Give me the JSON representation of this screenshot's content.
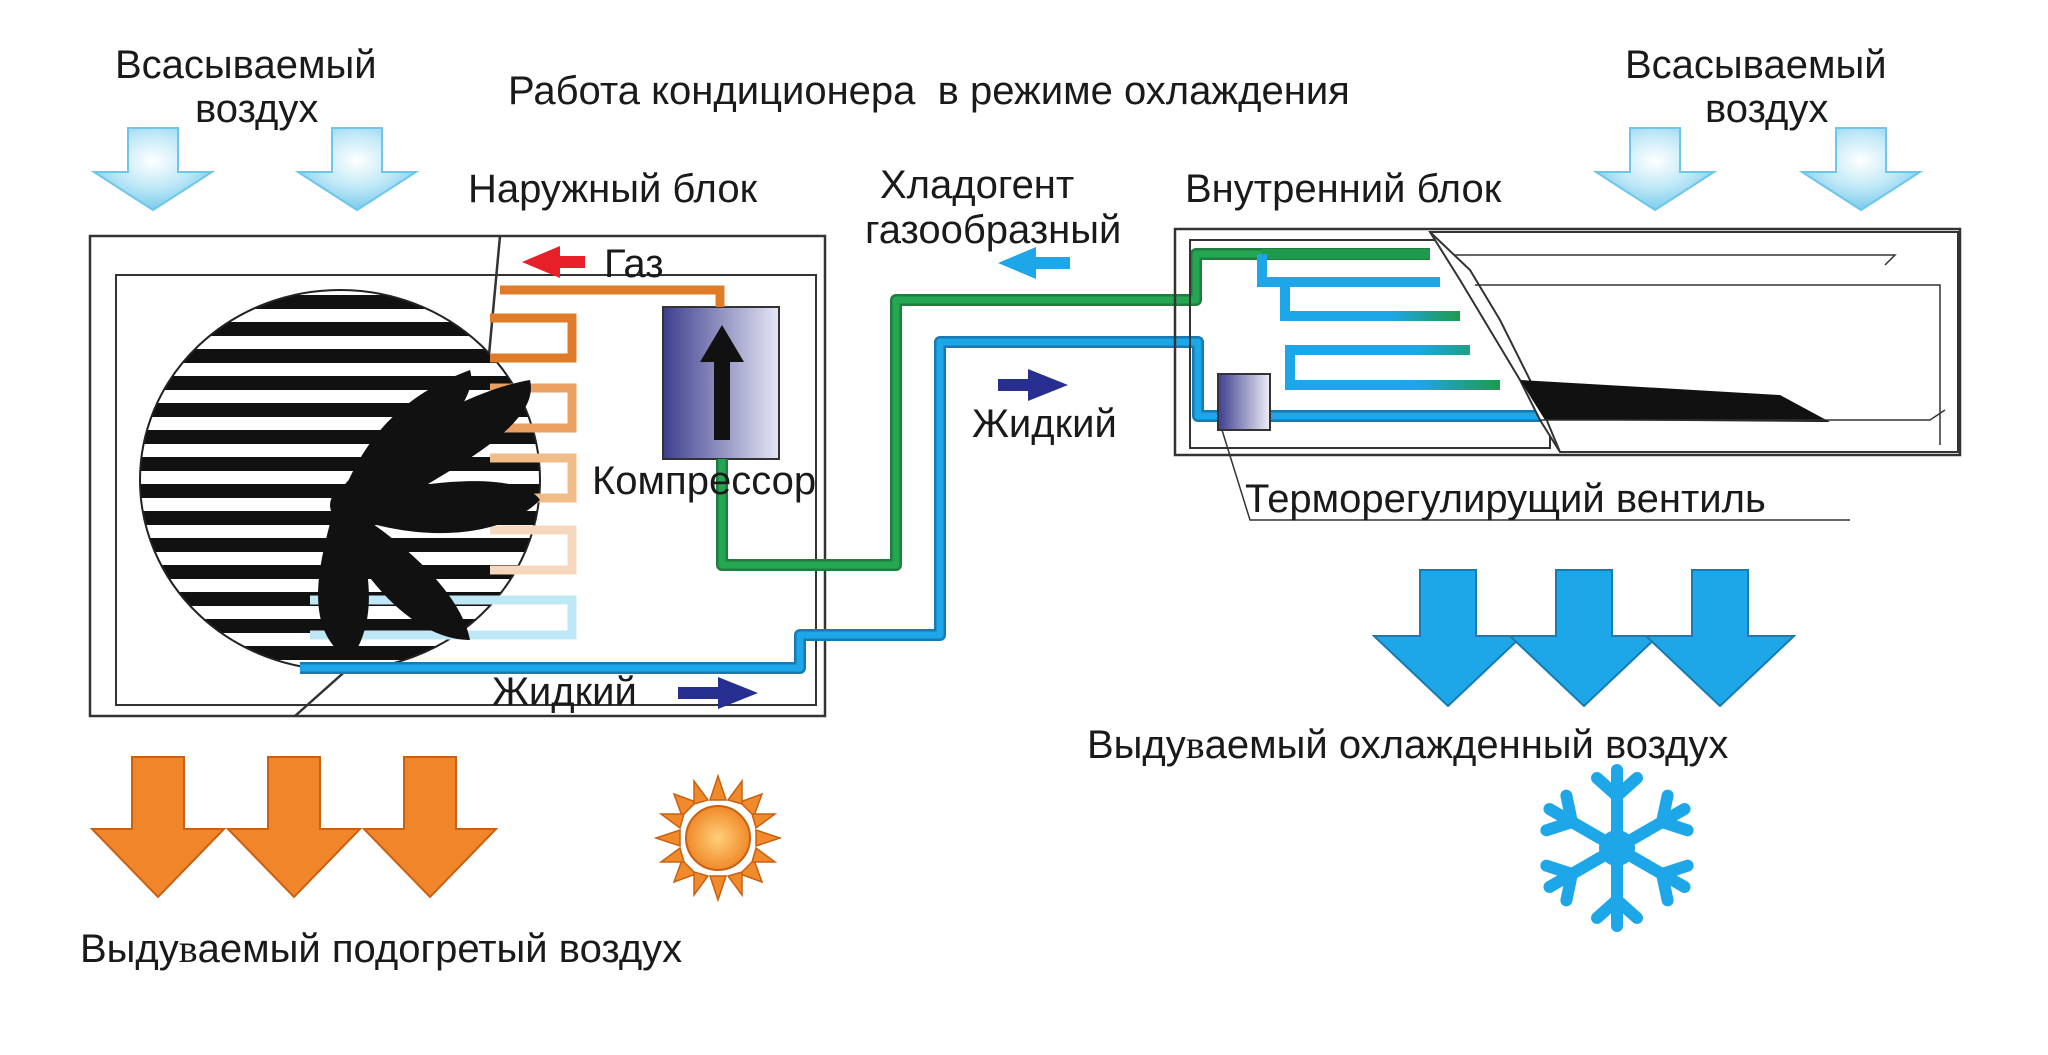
{
  "title": "Работа кондиционера  в режиме охлаждения",
  "labels": {
    "intake_left": [
      "Всасываемый",
      "воздух"
    ],
    "intake_right": [
      "Всасываемый",
      "воздух"
    ],
    "outdoor_unit": "Наружный блок",
    "indoor_unit": "Внутренний блок",
    "refrigerant": [
      "Хладогент",
      "газообразный"
    ],
    "gas": "Газ",
    "compressor": "Компрессор",
    "liquid_mid": "Жидкий",
    "liquid_bottom": "Жидкий",
    "valve": "Терморегулирущий вентиль",
    "hot_air_prefix": "Выду",
    "hot_air_v": "в",
    "hot_air_suffix": "аемый подогретый воздух",
    "cold_air_prefix": "Выду",
    "cold_air_v": "в",
    "cold_air_suffix": "аемый охлажденный воздух"
  },
  "colors": {
    "gas_line": "#e07b2a",
    "green_line": "#1f9a4c",
    "blue_line": "#1ea7e8",
    "hot_arrow": "#f0852a",
    "cold_arrow": "#1ea7e8",
    "red_arrow": "#e8202a",
    "navy_arrow": "#262f8f",
    "compressor": "#5b5ea6"
  },
  "icons": [
    "sun-icon",
    "snowflake-icon"
  ]
}
